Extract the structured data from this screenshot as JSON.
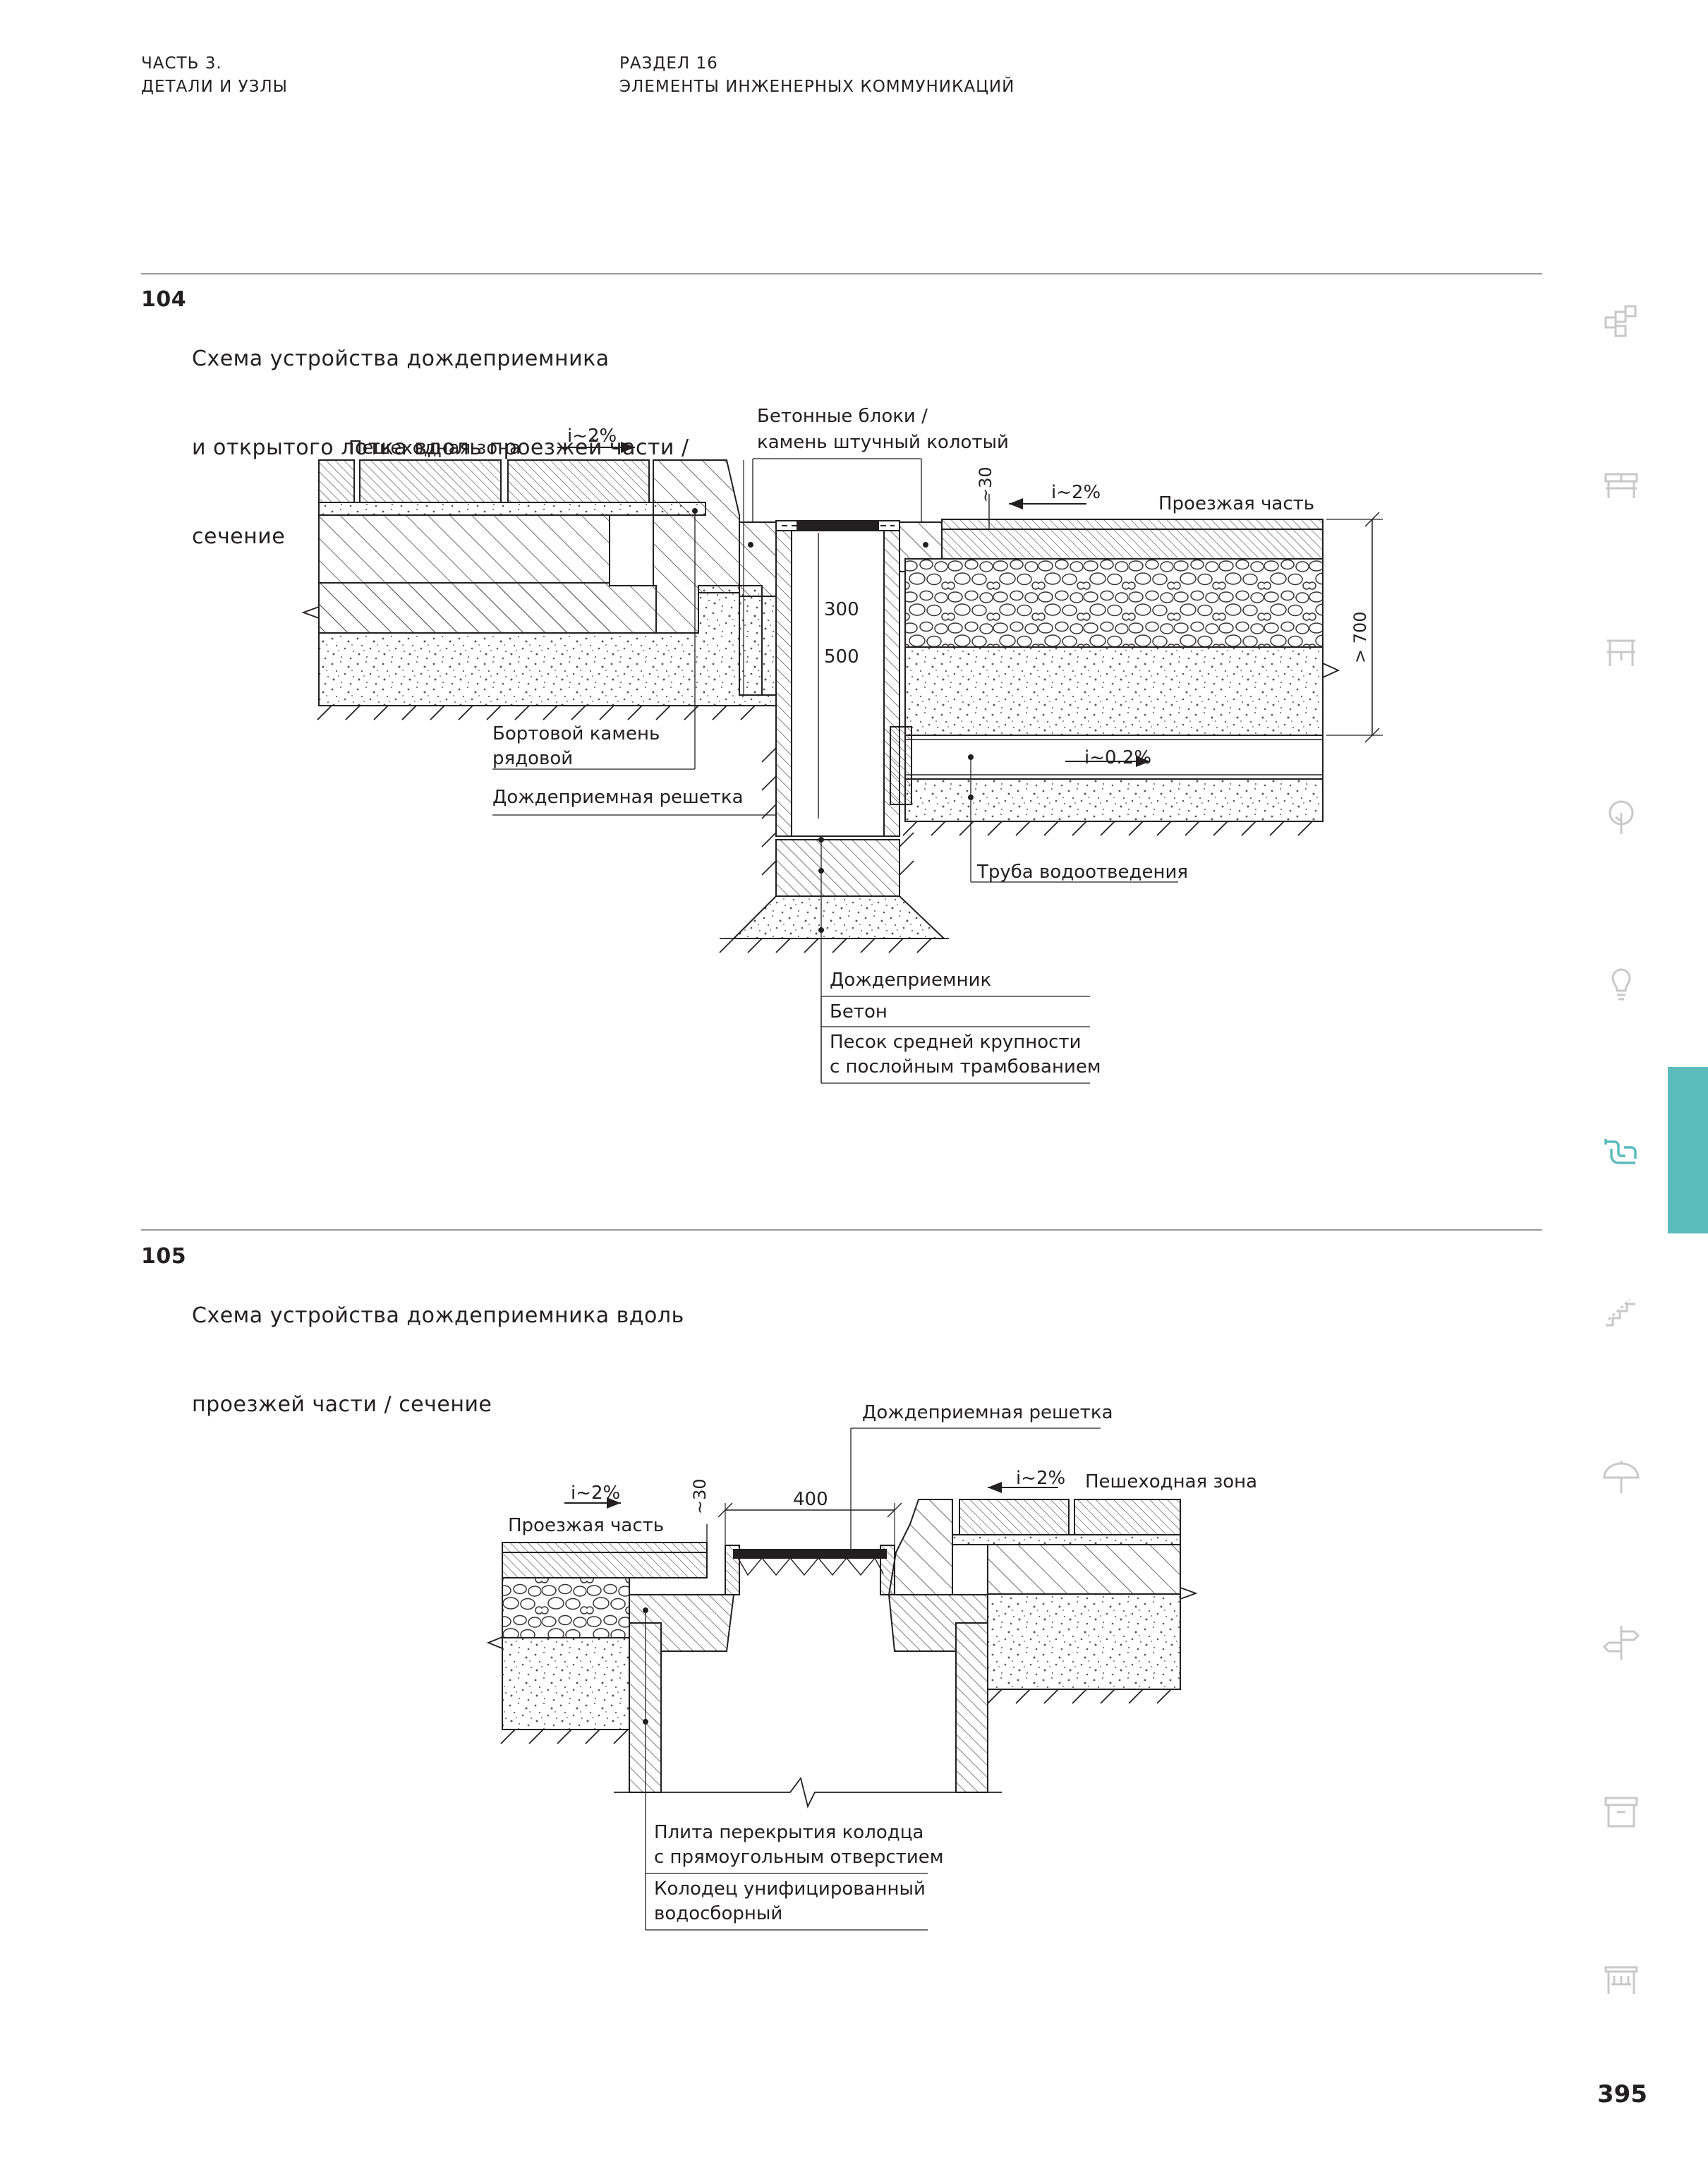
{
  "header": {
    "part_line1": "ЧАСТЬ 3.",
    "part_line2": "ДЕТАЛИ И УЗЛЫ",
    "section_line1": "РАЗДЕЛ 16",
    "section_line2": "ЭЛЕМЕНТЫ ИНЖЕНЕРНЫХ КОММУНИКАЦИЙ"
  },
  "figure104": {
    "number": "104",
    "title_line1": "Схема устройства дождеприемника",
    "title_line2": "и открытого лотка вдоль проезжей части /",
    "title_line3": "сечение",
    "labels": {
      "pedestrian_zone": "Пешеходная зона",
      "slope_left": "i~2%",
      "blocks_line1": "Бетонные блоки /",
      "blocks_line2": "камень штучный колотый",
      "dim_30": "~30",
      "slope_right": "i~2%",
      "roadway": "Проезжая часть",
      "dim_300": "300",
      "dim_500": "500",
      "dim_700": "> 700",
      "curb_line1": "Бортовой камень",
      "curb_line2": "рядовой",
      "grate": "Дождеприемная решетка",
      "pipe_slope": "i~0.2%",
      "pipe": "Труба водоотведения",
      "inlet": "Дождеприемник",
      "concrete": "Бетон",
      "sand_line1": "Песок средней крупности",
      "sand_line2": "с послойным трамбованием"
    }
  },
  "figure105": {
    "number": "105",
    "title_line1": "Схема устройства дождеприемника вдоль",
    "title_line2": "проезжей части / сечение",
    "labels": {
      "grate": "Дождеприемная решетка",
      "slope_right": "i~2%",
      "pedestrian_zone": "Пешеходная зона",
      "slope_left": "i~2%",
      "dim_30": "~30",
      "dim_400": "400",
      "roadway": "Проезжая часть",
      "slab_line1": "Плита перекрытия колодца",
      "slab_line2": "с прямоугольным отверстием",
      "well_line1": "Колодец унифицированный",
      "well_line2": "водосборный"
    }
  },
  "page_number": "395",
  "sidebar": {
    "accent_color": "#5bbcbc",
    "icons": [
      "paving-icon",
      "bench-icon",
      "furniture-icon",
      "tree-icon",
      "lamp-icon",
      "utilities-icon",
      "stairs-icon",
      "umbrella-icon",
      "signpost-icon",
      "container-icon",
      "shelter-icon"
    ],
    "active_icon": "utilities-icon"
  }
}
